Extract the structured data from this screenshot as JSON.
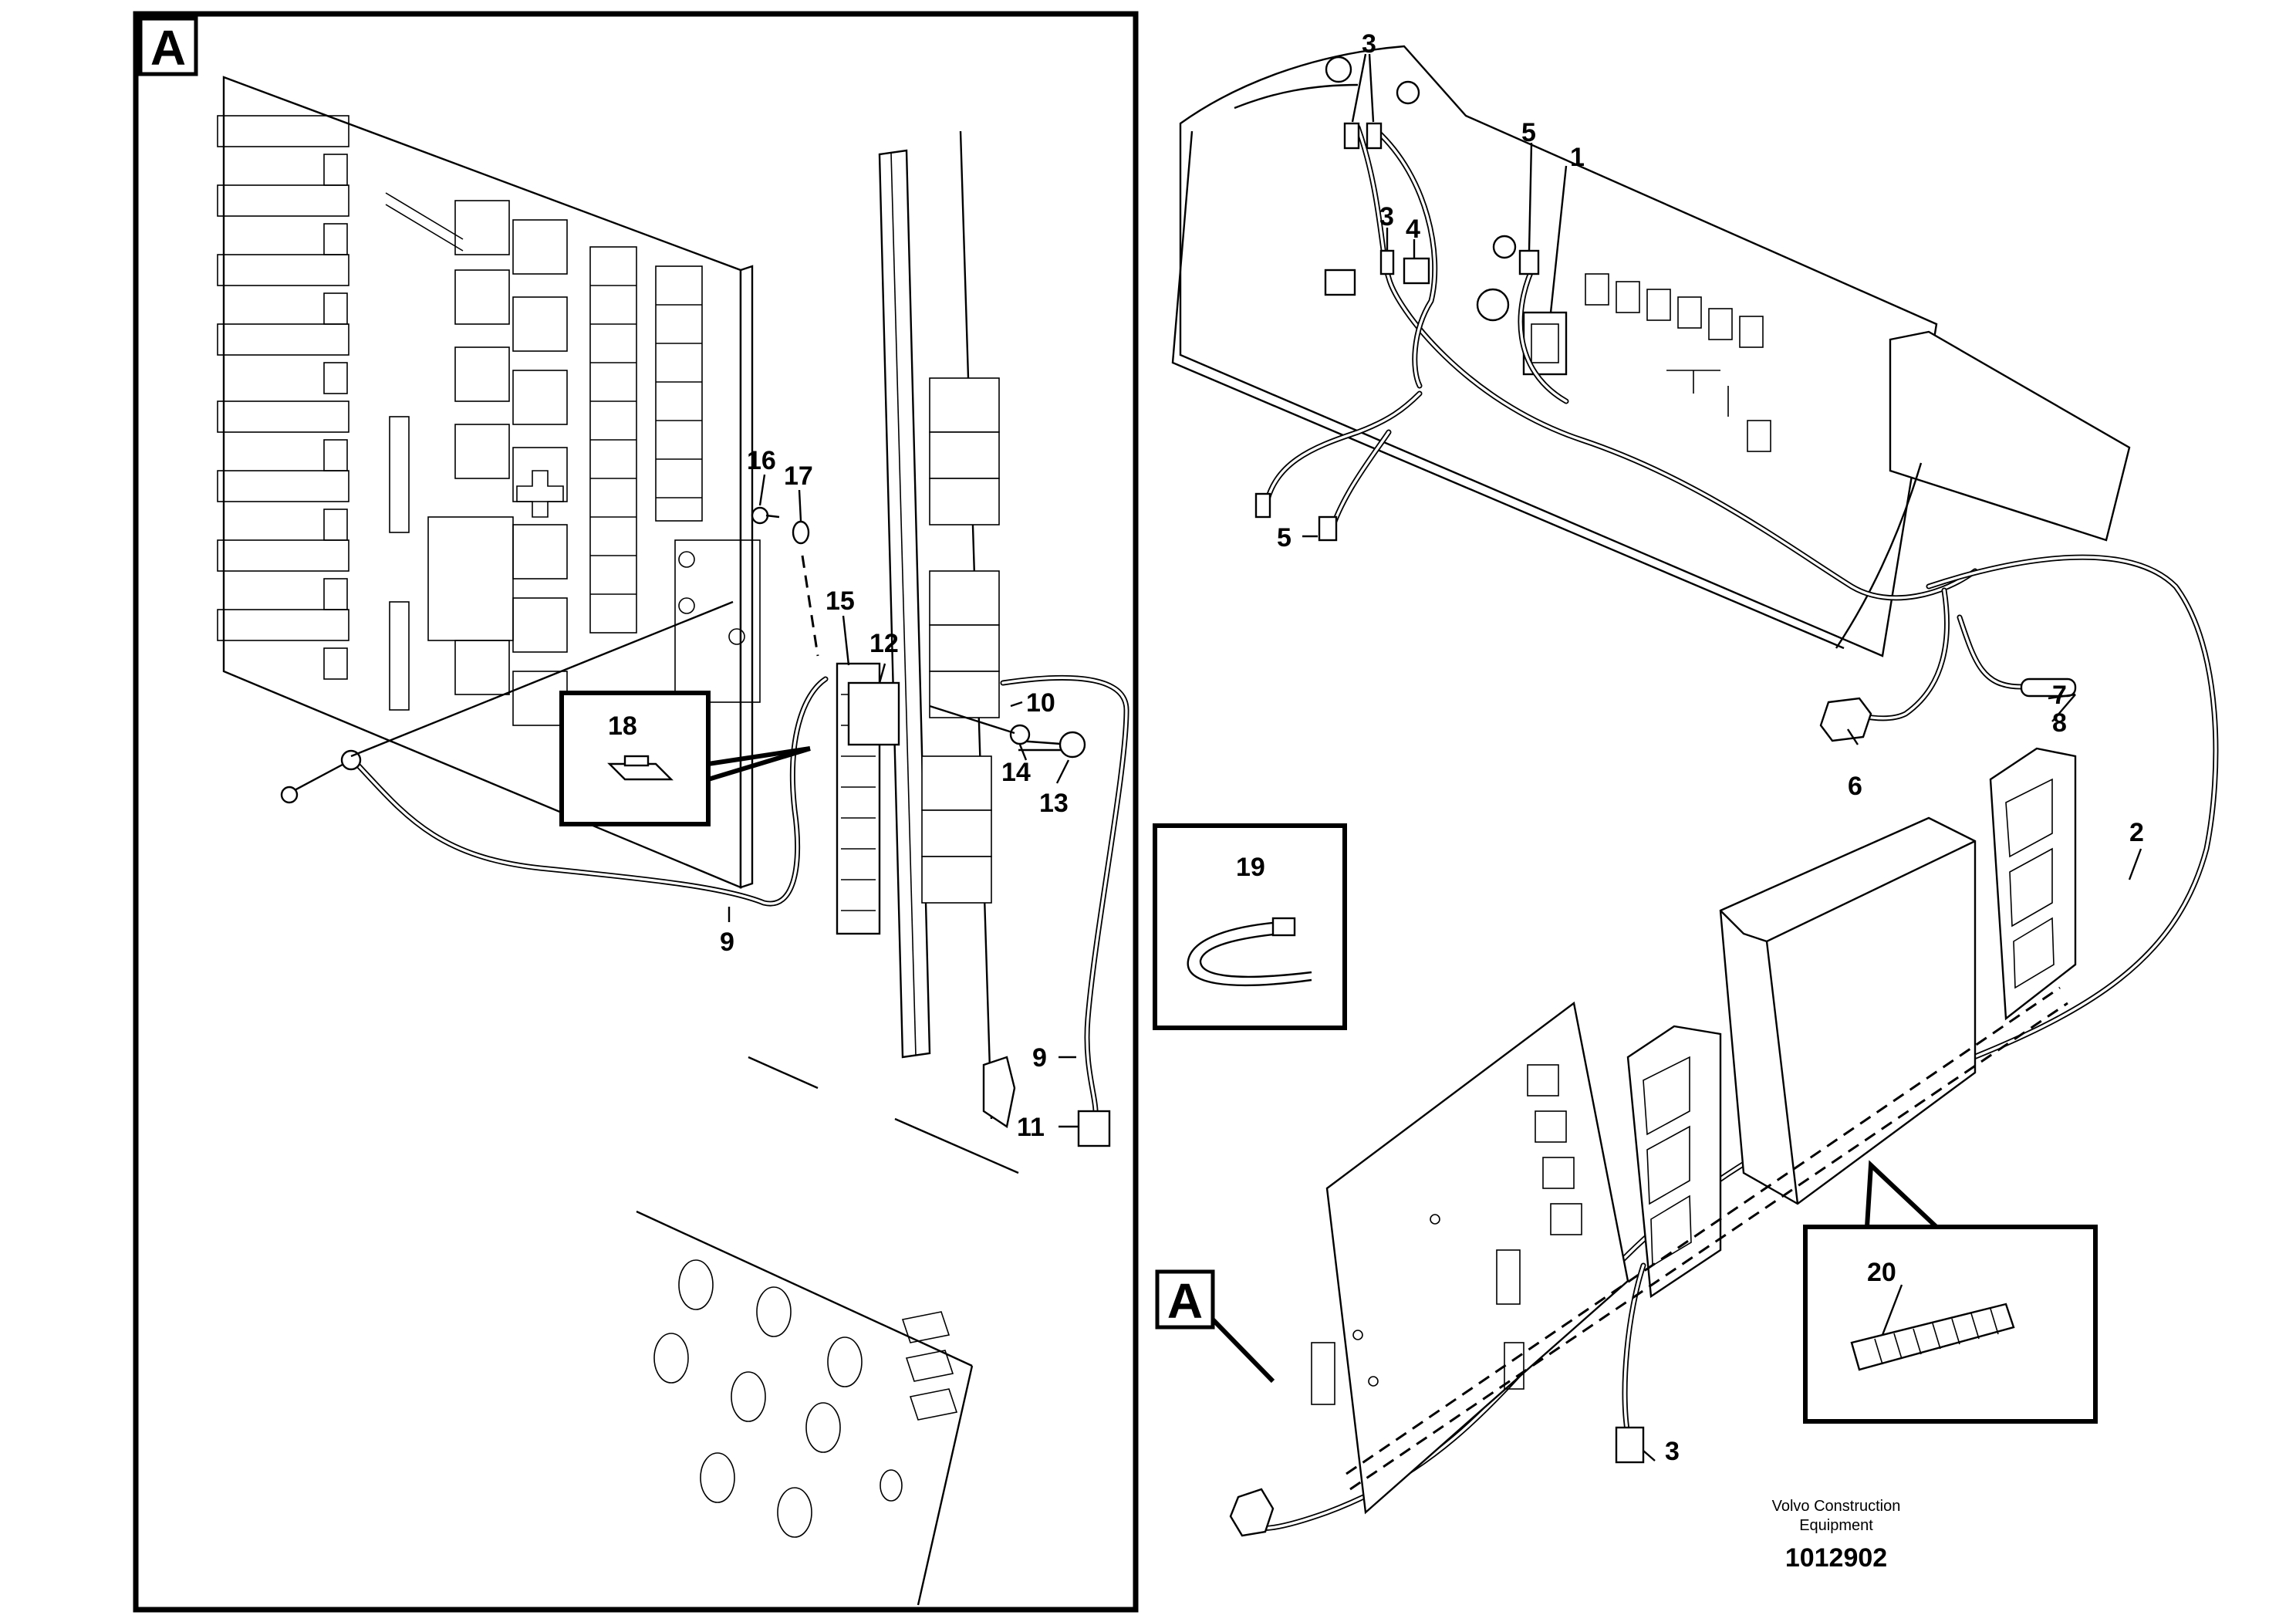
{
  "detail_marker": {
    "letter": "A"
  },
  "callouts": {
    "c1": "1",
    "c2": "2",
    "c3a": "3",
    "c3b": "3",
    "c3c": "3",
    "c4": "4",
    "c5a": "5",
    "c5b": "5",
    "c6": "6",
    "c7": "7",
    "c8": "8",
    "c9a": "9",
    "c9b": "9",
    "c10": "10",
    "c11": "11",
    "c12": "12",
    "c13": "13",
    "c14": "14",
    "c15": "15",
    "c16": "16",
    "c17": "17",
    "c18": "18",
    "c19": "19",
    "c20": "20"
  },
  "footer": {
    "brand_line1": "Volvo Construction",
    "brand_line2": "Equipment",
    "drawing_number": "1012902"
  }
}
